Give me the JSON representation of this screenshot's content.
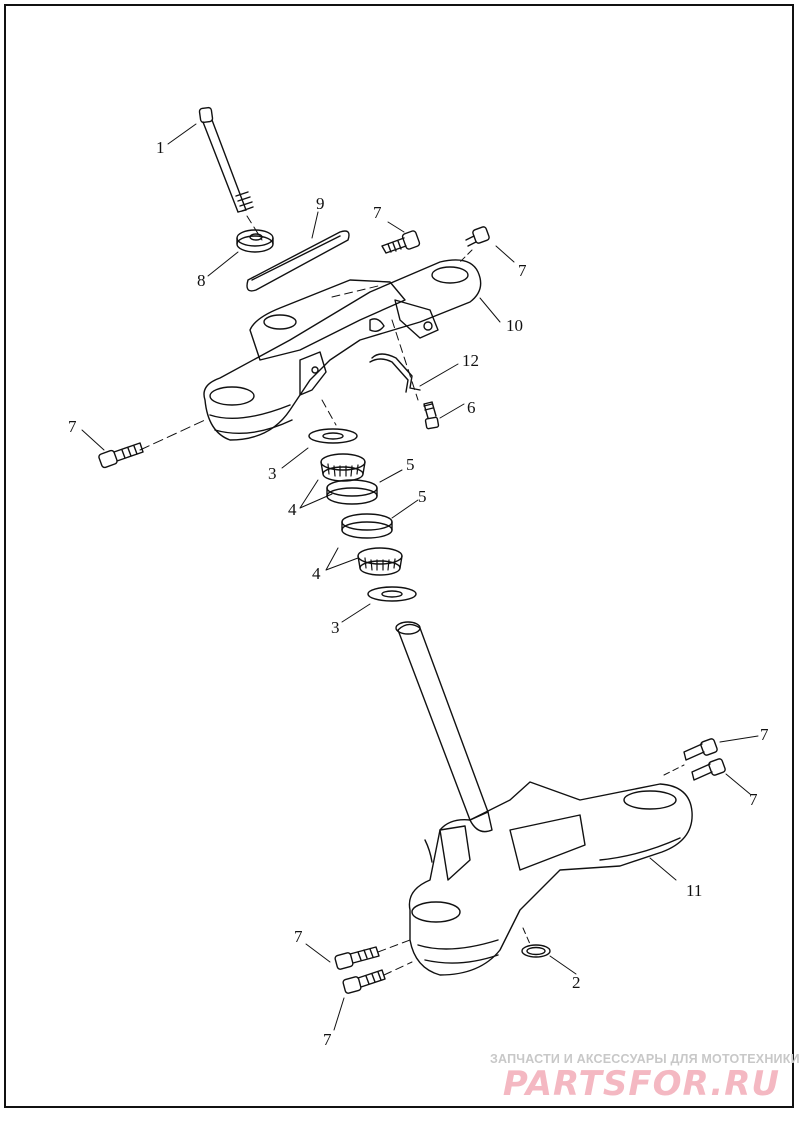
{
  "callouts": {
    "c1": "1",
    "c2": "2",
    "c3a": "3",
    "c3b": "3",
    "c4a": "4",
    "c4b": "4",
    "c5a": "5",
    "c5b": "5",
    "c6": "6",
    "c7a": "7",
    "c7b": "7",
    "c7c": "7",
    "c7d": "7",
    "c7e": "7",
    "c7f": "7",
    "c7g": "7",
    "c8": "8",
    "c9": "9",
    "c10": "10",
    "c11": "11",
    "c12": "12"
  },
  "watermark": {
    "tagline": "ЗАПЧАСТИ И АКСЕССУАРЫ ДЛЯ МОТОТЕХНИКИ",
    "brand": "PARTSFOR.RU"
  }
}
